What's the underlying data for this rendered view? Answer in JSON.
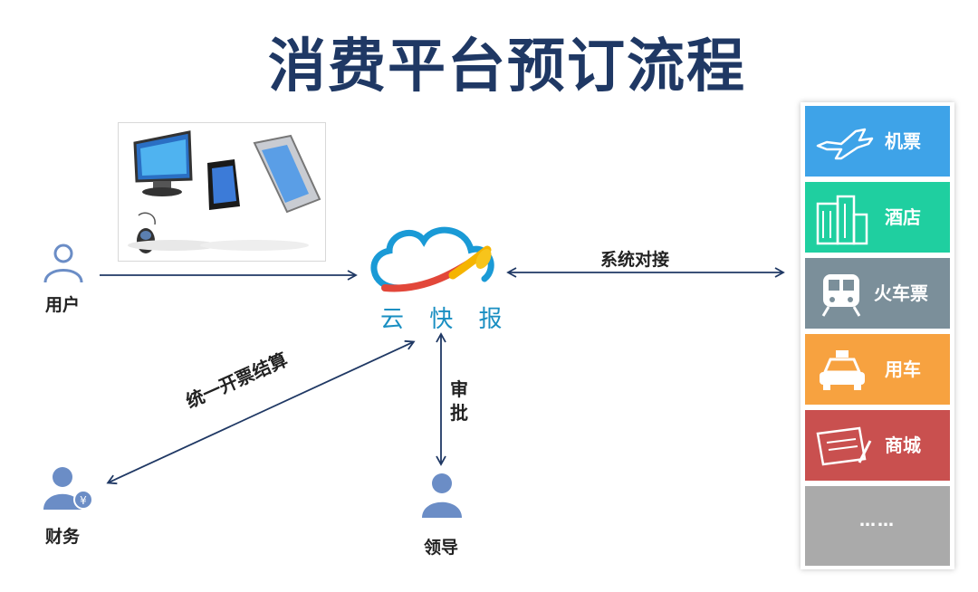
{
  "title": "消费平台预订流程",
  "logo": {
    "text": "云 快 报",
    "icon": "cloud-logo"
  },
  "nodes": {
    "user": "用户",
    "finance": "财务",
    "leader": "领导"
  },
  "edges": {
    "system_link": "系统对接",
    "settlement": "统一开票结算",
    "approval": "审\n批"
  },
  "services": [
    {
      "label": "机票",
      "icon": "plane-icon",
      "color": "#3ea3e8"
    },
    {
      "label": "酒店",
      "icon": "building-icon",
      "color": "#1fcfa0"
    },
    {
      "label": "火车票",
      "icon": "train-icon",
      "color": "#7b8f9a"
    },
    {
      "label": "用车",
      "icon": "car-icon",
      "color": "#f7a240"
    },
    {
      "label": "商城",
      "icon": "ticket-icon",
      "color": "#c9504f"
    },
    {
      "label": "……",
      "icon": "",
      "color": "#aaaaaa"
    }
  ],
  "colors": {
    "title": "#1f3864",
    "arrow": "#1f3864",
    "person": "#6b8dc6"
  }
}
